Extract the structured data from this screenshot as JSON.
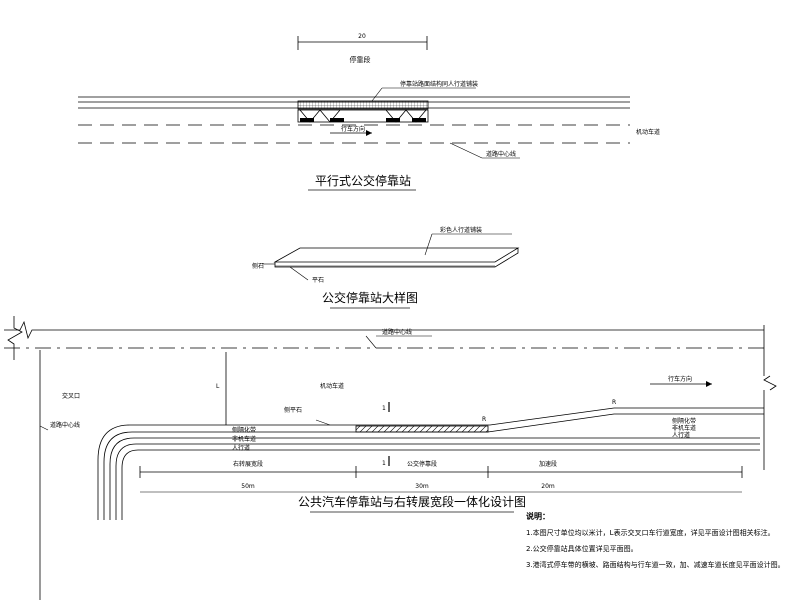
{
  "plan": {
    "dim_value": "20",
    "dim_label": "停靠段",
    "note_shelter": "停靠站路面结构同人行道铺装",
    "flow_dir": "行车方向",
    "lane_label": "机动车道",
    "centerline": "道路中心线",
    "title": "平行式公交停靠站"
  },
  "platform": {
    "top_label": "彩色人行道铺装",
    "left_label": "侧石",
    "bottom_label": "平石",
    "title": "公交停靠站大样图"
  },
  "integrated": {
    "centerline": "道路中心线",
    "intersection": "交叉口",
    "road_centerline": "道路中心线",
    "lane_label": "机动车道",
    "flow_dir": "行车方向",
    "curb_label": "侧平石",
    "l_mark": "L",
    "r_mark_1": "R",
    "r_mark_2": "R",
    "marker_1": "1",
    "marker_2": "1",
    "strips_left": [
      "侧隔化带",
      "非机车道",
      "人行道"
    ],
    "strips_right": [
      "侧隔化带",
      "非机车道",
      "人行道"
    ],
    "seg_labels": [
      "右转展宽段",
      "公交停靠段",
      "加速段"
    ],
    "seg_lengths": [
      "50m",
      "30m",
      "20m"
    ],
    "title": "公共汽车停靠站与右转展宽段一体化设计图"
  },
  "notes": {
    "heading": "说明：",
    "items": [
      "1.本图尺寸单位均以米计，L表示交叉口车行道宽度，详见平面设计图相关标注。",
      "2.公交停靠站具体位置详见平面图。",
      "3.港湾式停车带的横坡、路面结构与行车道一致，加、减速车道长度见平面设计图。"
    ]
  }
}
